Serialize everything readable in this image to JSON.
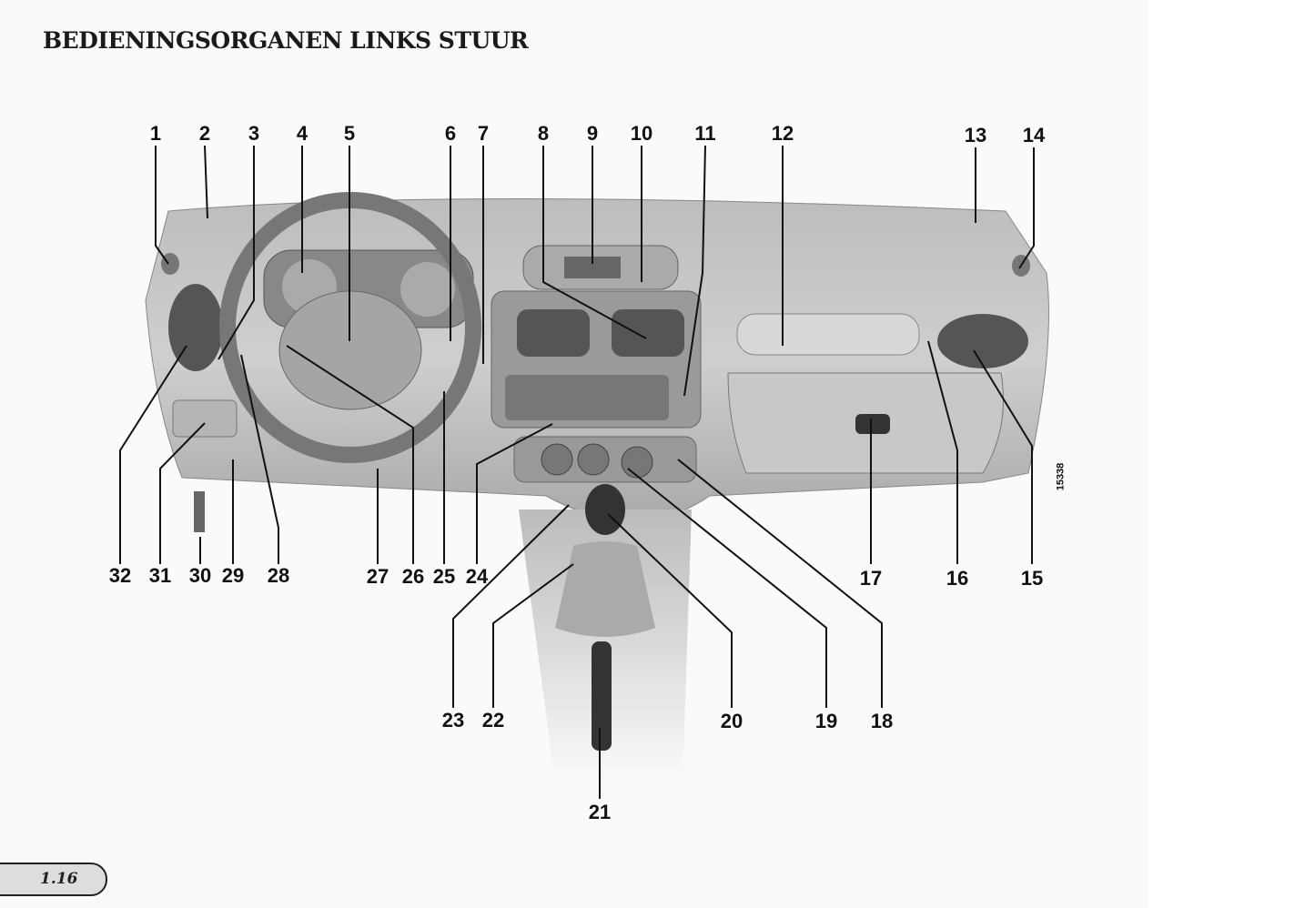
{
  "title": "BEDIENINGSORGANEN LINKS STUUR",
  "figure_number": "15338",
  "page_number": "1.16",
  "callouts": {
    "c1": "1",
    "c2": "2",
    "c3": "3",
    "c4": "4",
    "c5": "5",
    "c6": "6",
    "c7": "7",
    "c8": "8",
    "c9": "9",
    "c10": "10",
    "c11": "11",
    "c12": "12",
    "c13": "13",
    "c14": "14",
    "c15": "15",
    "c16": "16",
    "c17": "17",
    "c18": "18",
    "c19": "19",
    "c20": "20",
    "c21": "21",
    "c22": "22",
    "c23": "23",
    "c24": "24",
    "c25": "25",
    "c26": "26",
    "c27": "27",
    "c28": "28",
    "c29": "29",
    "c30": "30",
    "c31": "31",
    "c32": "32"
  }
}
